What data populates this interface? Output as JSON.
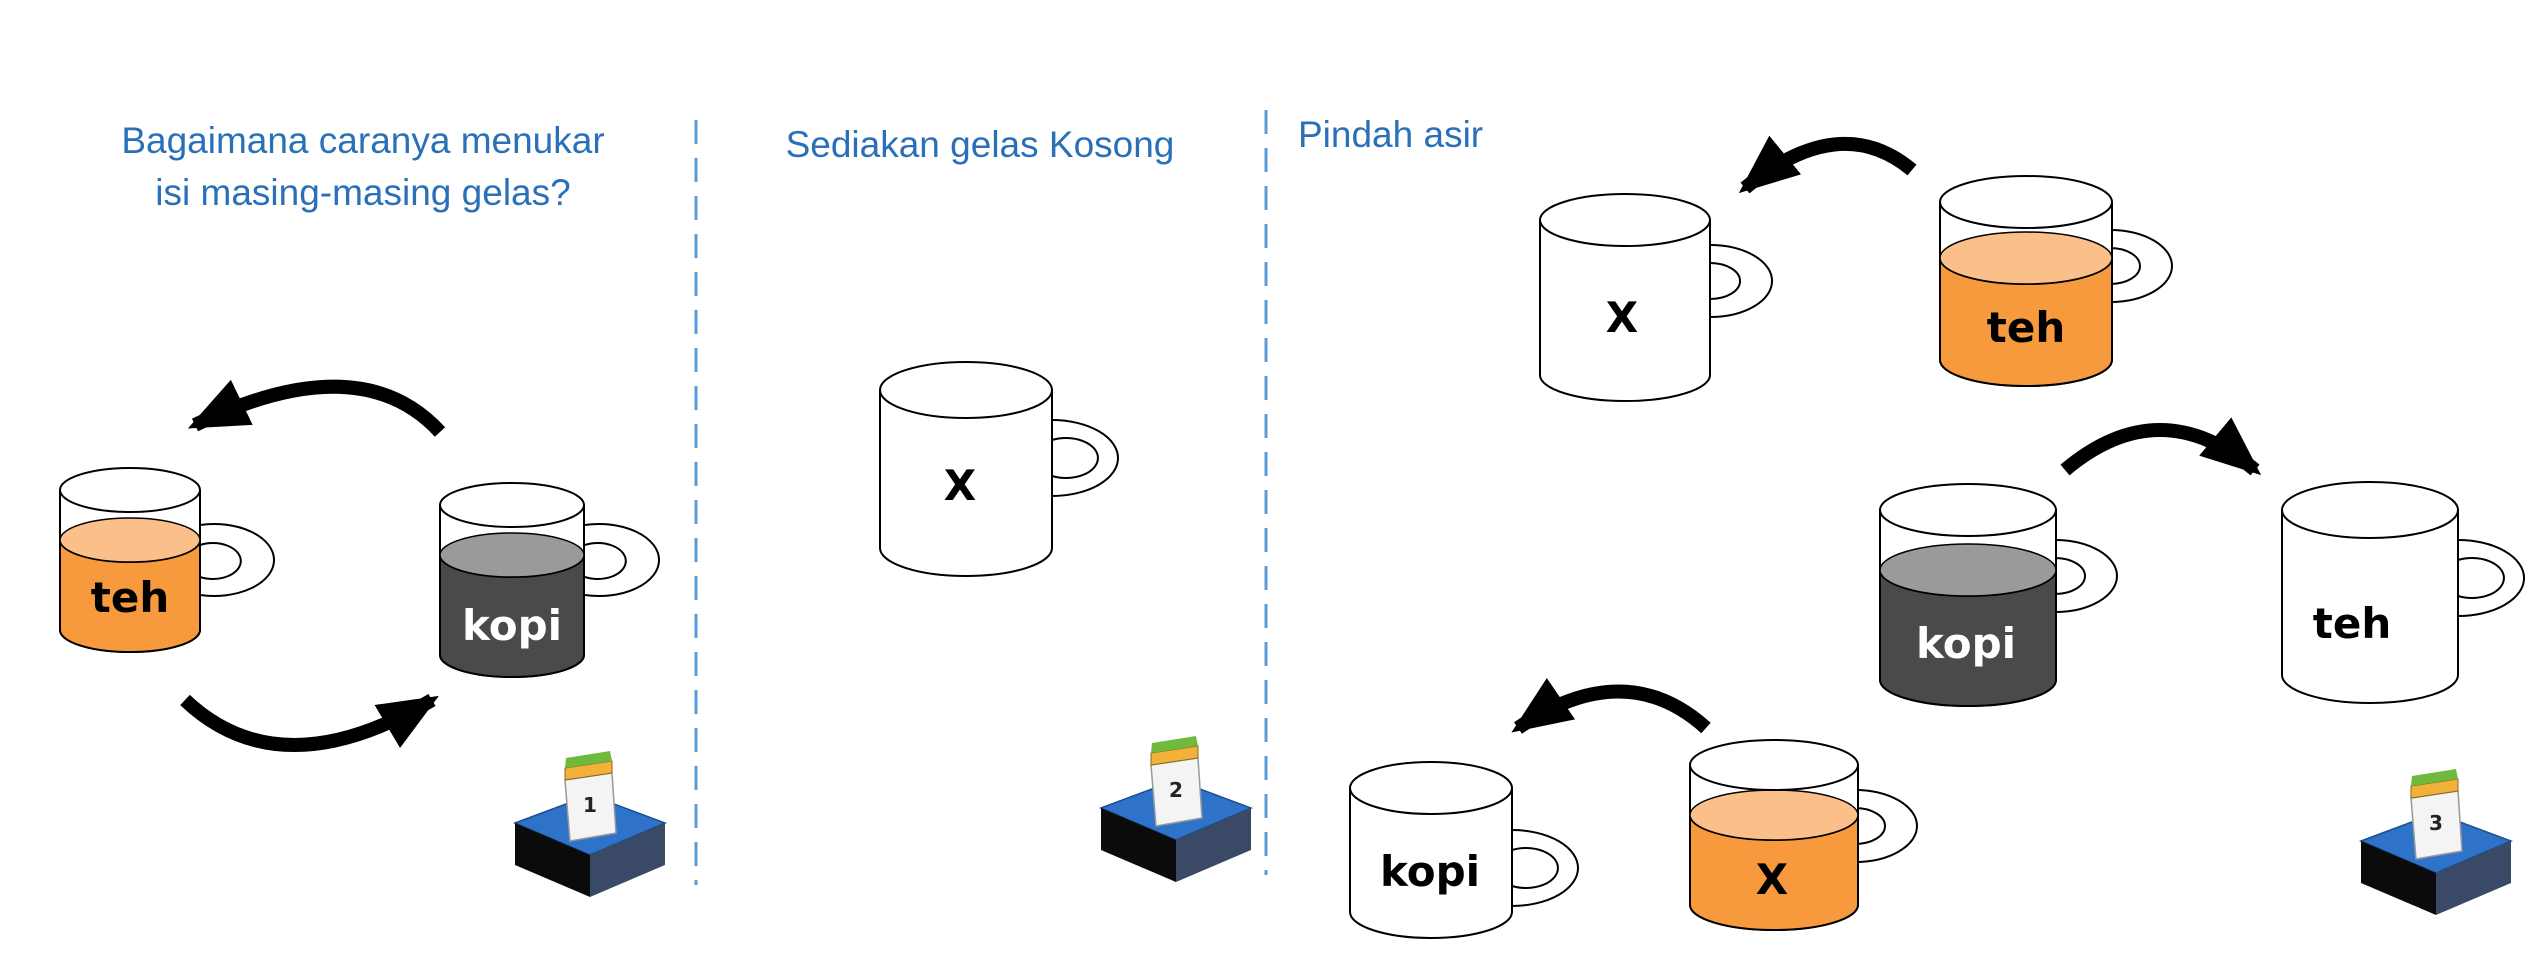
{
  "panel1": {
    "title_line1": "Bagaimana caranya menukar",
    "title_line2": "isi masing-masing gelas?",
    "cup_tea_label": "teh",
    "cup_coffee_label": "kopi",
    "step": "1"
  },
  "panel2": {
    "title": "Sediakan gelas Kosong",
    "cup_empty_label": "X",
    "step": "2"
  },
  "panel3": {
    "title": "Pindah asir",
    "row1_empty_label": "X",
    "row1_tea_label": "teh",
    "row2_coffee_label": "kopi",
    "row2_target_label": "teh",
    "row3_target_label": "kopi",
    "row3_tea_label": "X",
    "step": "3"
  },
  "colors": {
    "heading": "#2a70b8",
    "divider": "#5b9bd5",
    "tea": "#f79a3e",
    "tea_surface": "#fbc08a",
    "coffee": "#4a4a4a",
    "coffee_surface": "#9a9a9a",
    "arrow": "#000000",
    "step_top": "#2e73c9",
    "step_side": "#3a4a66",
    "step_dark": "#0b0b0b"
  }
}
